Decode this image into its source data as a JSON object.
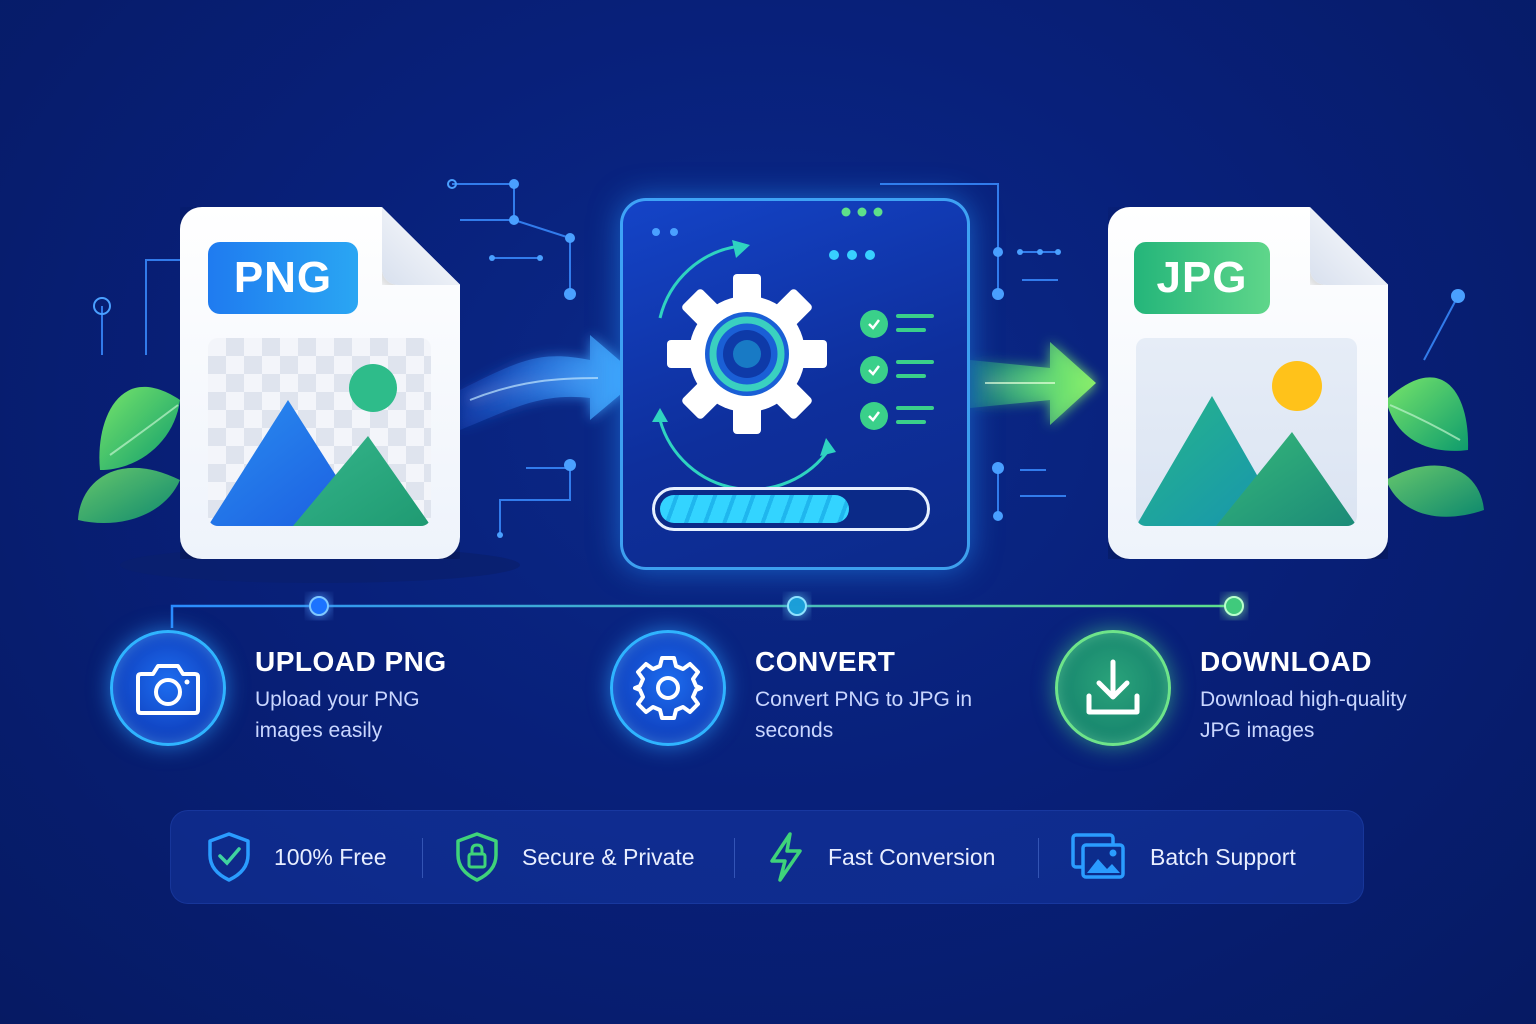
{
  "files": {
    "source": {
      "badge": "PNG",
      "accent": "#1f7bf0"
    },
    "target": {
      "badge": "JPG",
      "accent": "#24b57a"
    }
  },
  "converter": {
    "progress": 0.72
  },
  "steps": [
    {
      "title": "UPLOAD PNG",
      "desc": "Upload your PNG images easily",
      "icon": "camera-icon"
    },
    {
      "title": "CONVERT",
      "desc": "Convert PNG to JPG in seconds",
      "icon": "gear-icon"
    },
    {
      "title": "DOWNLOAD",
      "desc": "Download high-quality JPG images",
      "icon": "download-icon"
    }
  ],
  "features": [
    {
      "label": "100% Free",
      "icon": "shield-check-icon"
    },
    {
      "label": "Secure & Private",
      "icon": "shield-lock-icon"
    },
    {
      "label": "Fast Conversion",
      "icon": "lightning-icon"
    },
    {
      "label": "Batch Support",
      "icon": "images-icon"
    }
  ],
  "colors": {
    "background": "#08207a",
    "blue_accent": "#2fb4ff",
    "green_accent": "#6ee48a"
  }
}
